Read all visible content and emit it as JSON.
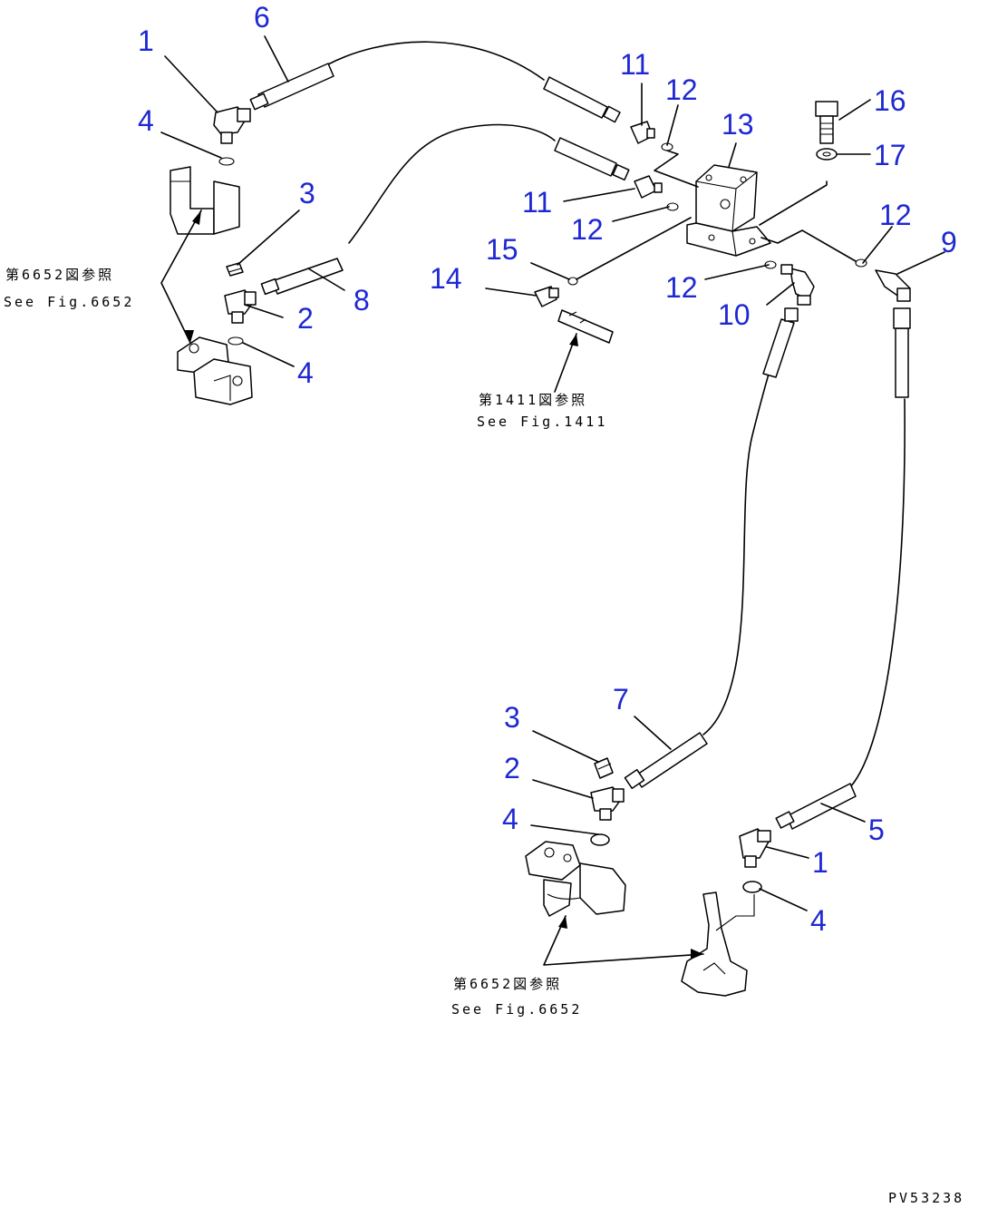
{
  "drawing_code": "PV53238",
  "callouts": [
    "1",
    "2",
    "3",
    "4",
    "5",
    "6",
    "7",
    "8",
    "9",
    "10",
    "11",
    "12",
    "13",
    "14",
    "15",
    "16",
    "17"
  ],
  "references": {
    "fig6652_jp": "第6652図参照",
    "fig6652_en": "See Fig.6652",
    "fig1411_jp": "第1411図参照",
    "fig1411_en": "See Fig.1411"
  },
  "colors": {
    "callout": "#1e28d2",
    "line": "#000000",
    "background": "#ffffff"
  }
}
